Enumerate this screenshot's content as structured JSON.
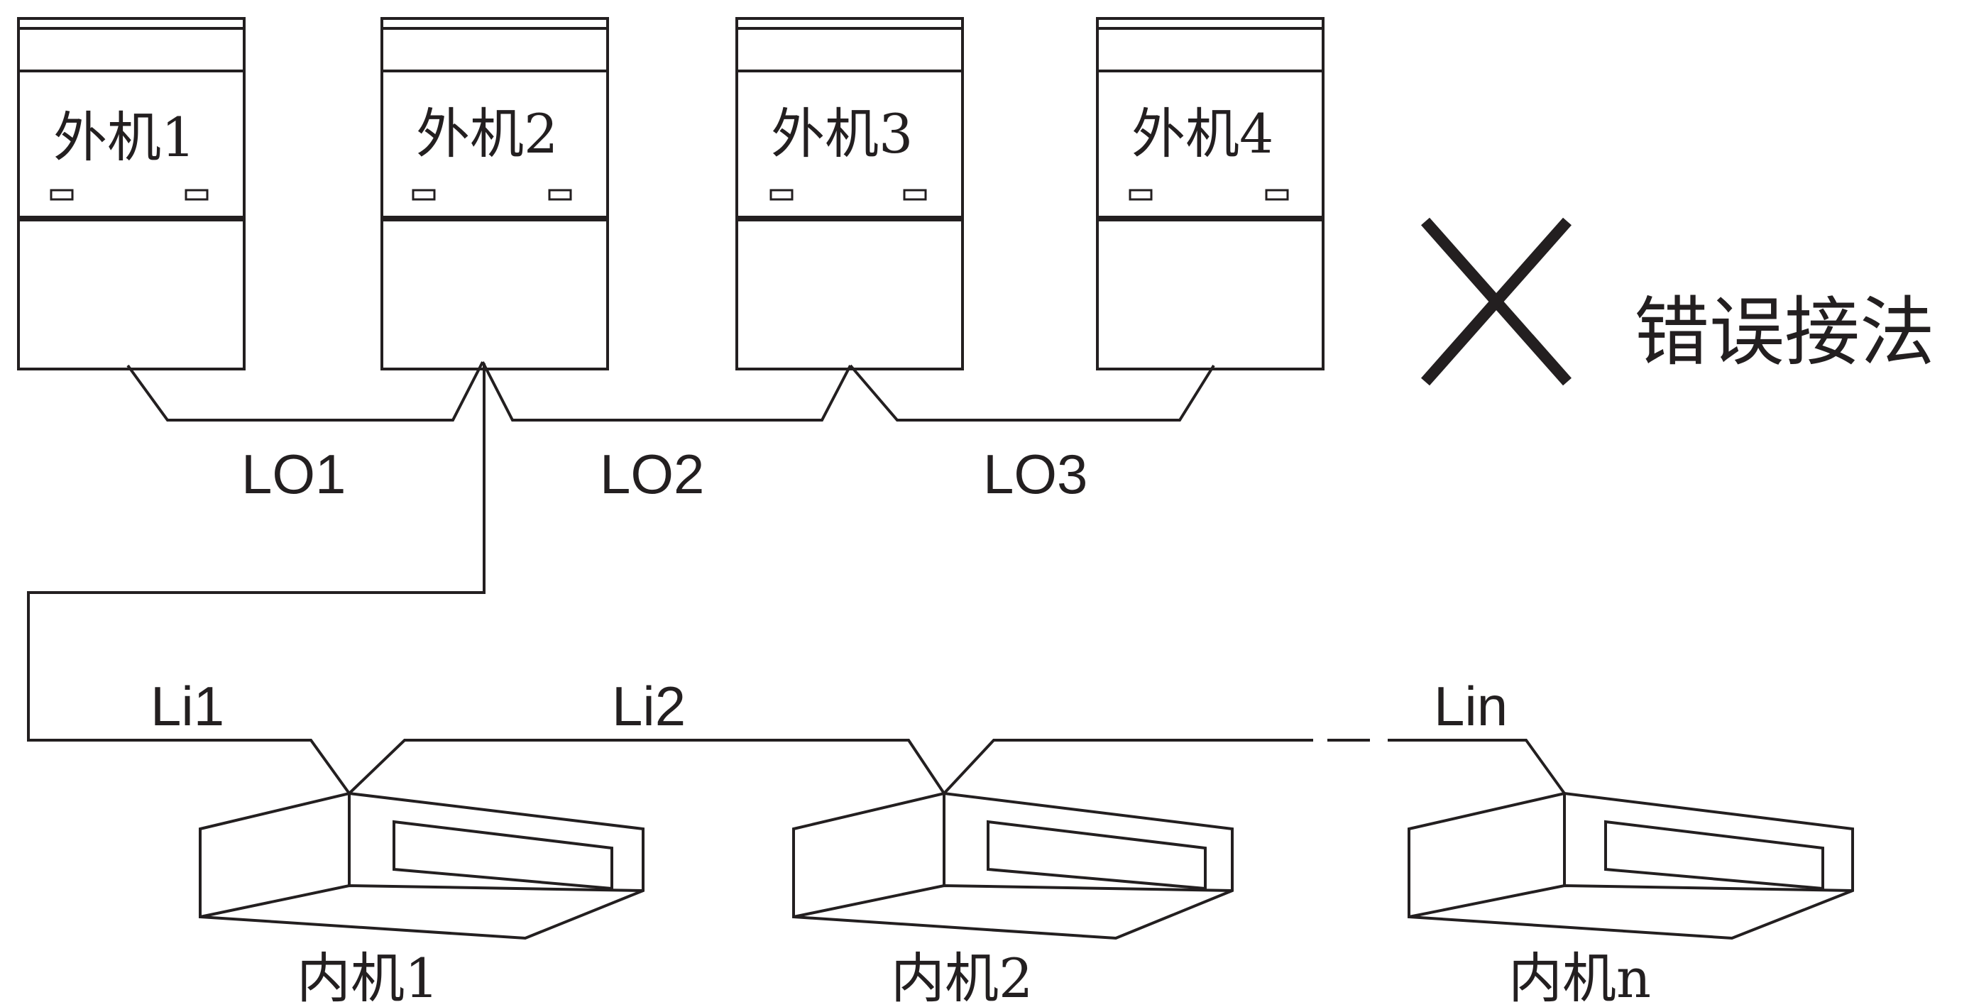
{
  "outdoor_units": [
    {
      "label": "外机1"
    },
    {
      "label": "外机2"
    },
    {
      "label": "外机3"
    },
    {
      "label": "外机4"
    }
  ],
  "outdoor_pipes": [
    {
      "label": "LO1"
    },
    {
      "label": "LO2"
    },
    {
      "label": "LO3"
    }
  ],
  "indoor_pipes": [
    {
      "label": "Li1"
    },
    {
      "label": "Li2"
    },
    {
      "label": "Lin"
    }
  ],
  "indoor_units": [
    {
      "label": "内机1"
    },
    {
      "label": "内机2"
    },
    {
      "label": "内机n"
    }
  ],
  "verdict": {
    "symbol": "cross-mark",
    "text": "错误接法"
  },
  "colors": {
    "line": "#231f20",
    "background": "#ffffff"
  }
}
